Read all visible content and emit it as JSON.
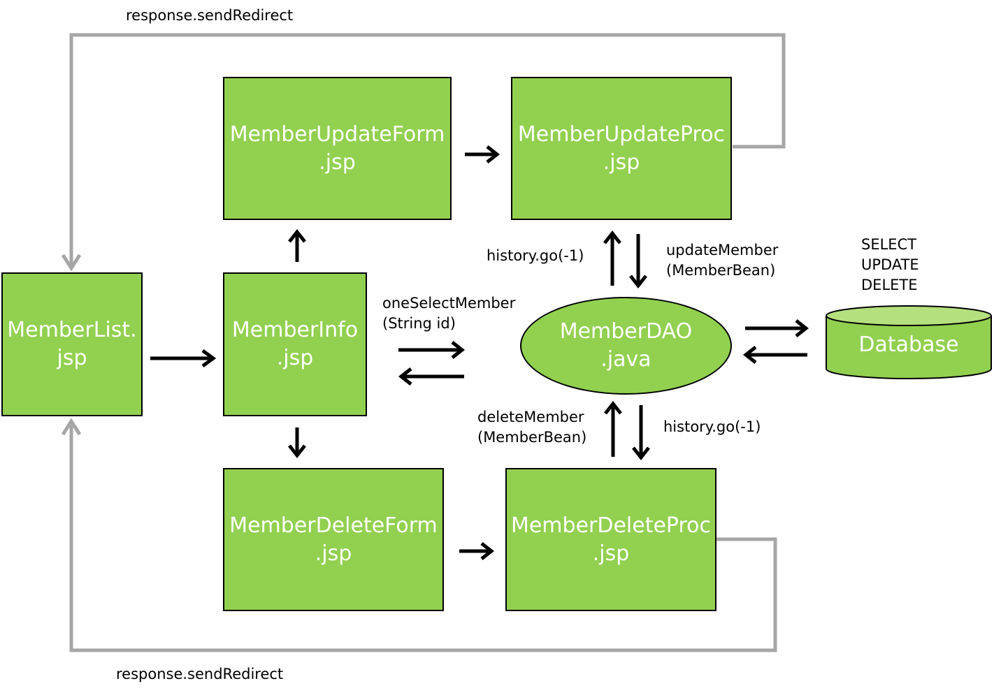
{
  "nodes": {
    "member_list": {
      "line1": "MemberList.",
      "line2": "jsp"
    },
    "member_info": {
      "line1": "MemberInfo",
      "line2": ".jsp"
    },
    "update_form": {
      "line1": "MemberUpdateForm",
      "line2": ".jsp"
    },
    "update_proc": {
      "line1": "MemberUpdateProc",
      "line2": ".jsp"
    },
    "delete_form": {
      "line1": "MemberDeleteForm",
      "line2": ".jsp"
    },
    "delete_proc": {
      "line1": "MemberDeleteProc",
      "line2": ".jsp"
    },
    "member_dao": {
      "line1": "MemberDAO",
      "line2": ".java"
    },
    "database": {
      "label": "Database"
    }
  },
  "labels": {
    "redirect_top": "response.sendRedirect",
    "redirect_bottom": "response.sendRedirect",
    "history_update": "history.go(-1)",
    "update_member": {
      "line1": "updateMember",
      "line2": "(MemberBean)"
    },
    "one_select": {
      "line1": "oneSelectMember",
      "line2": "(String id)"
    },
    "delete_member": {
      "line1": "deleteMember",
      "line2": "(MemberBean)"
    },
    "history_delete": "history.go(-1)",
    "sql": {
      "line1": "SELECT",
      "line2": "UPDATE",
      "line3": "DELETE"
    }
  },
  "colors": {
    "node_fill": "#92d050",
    "db_top": "#b4e07e",
    "redirect_line": "#a6a6a6",
    "arrow": "#000000"
  }
}
